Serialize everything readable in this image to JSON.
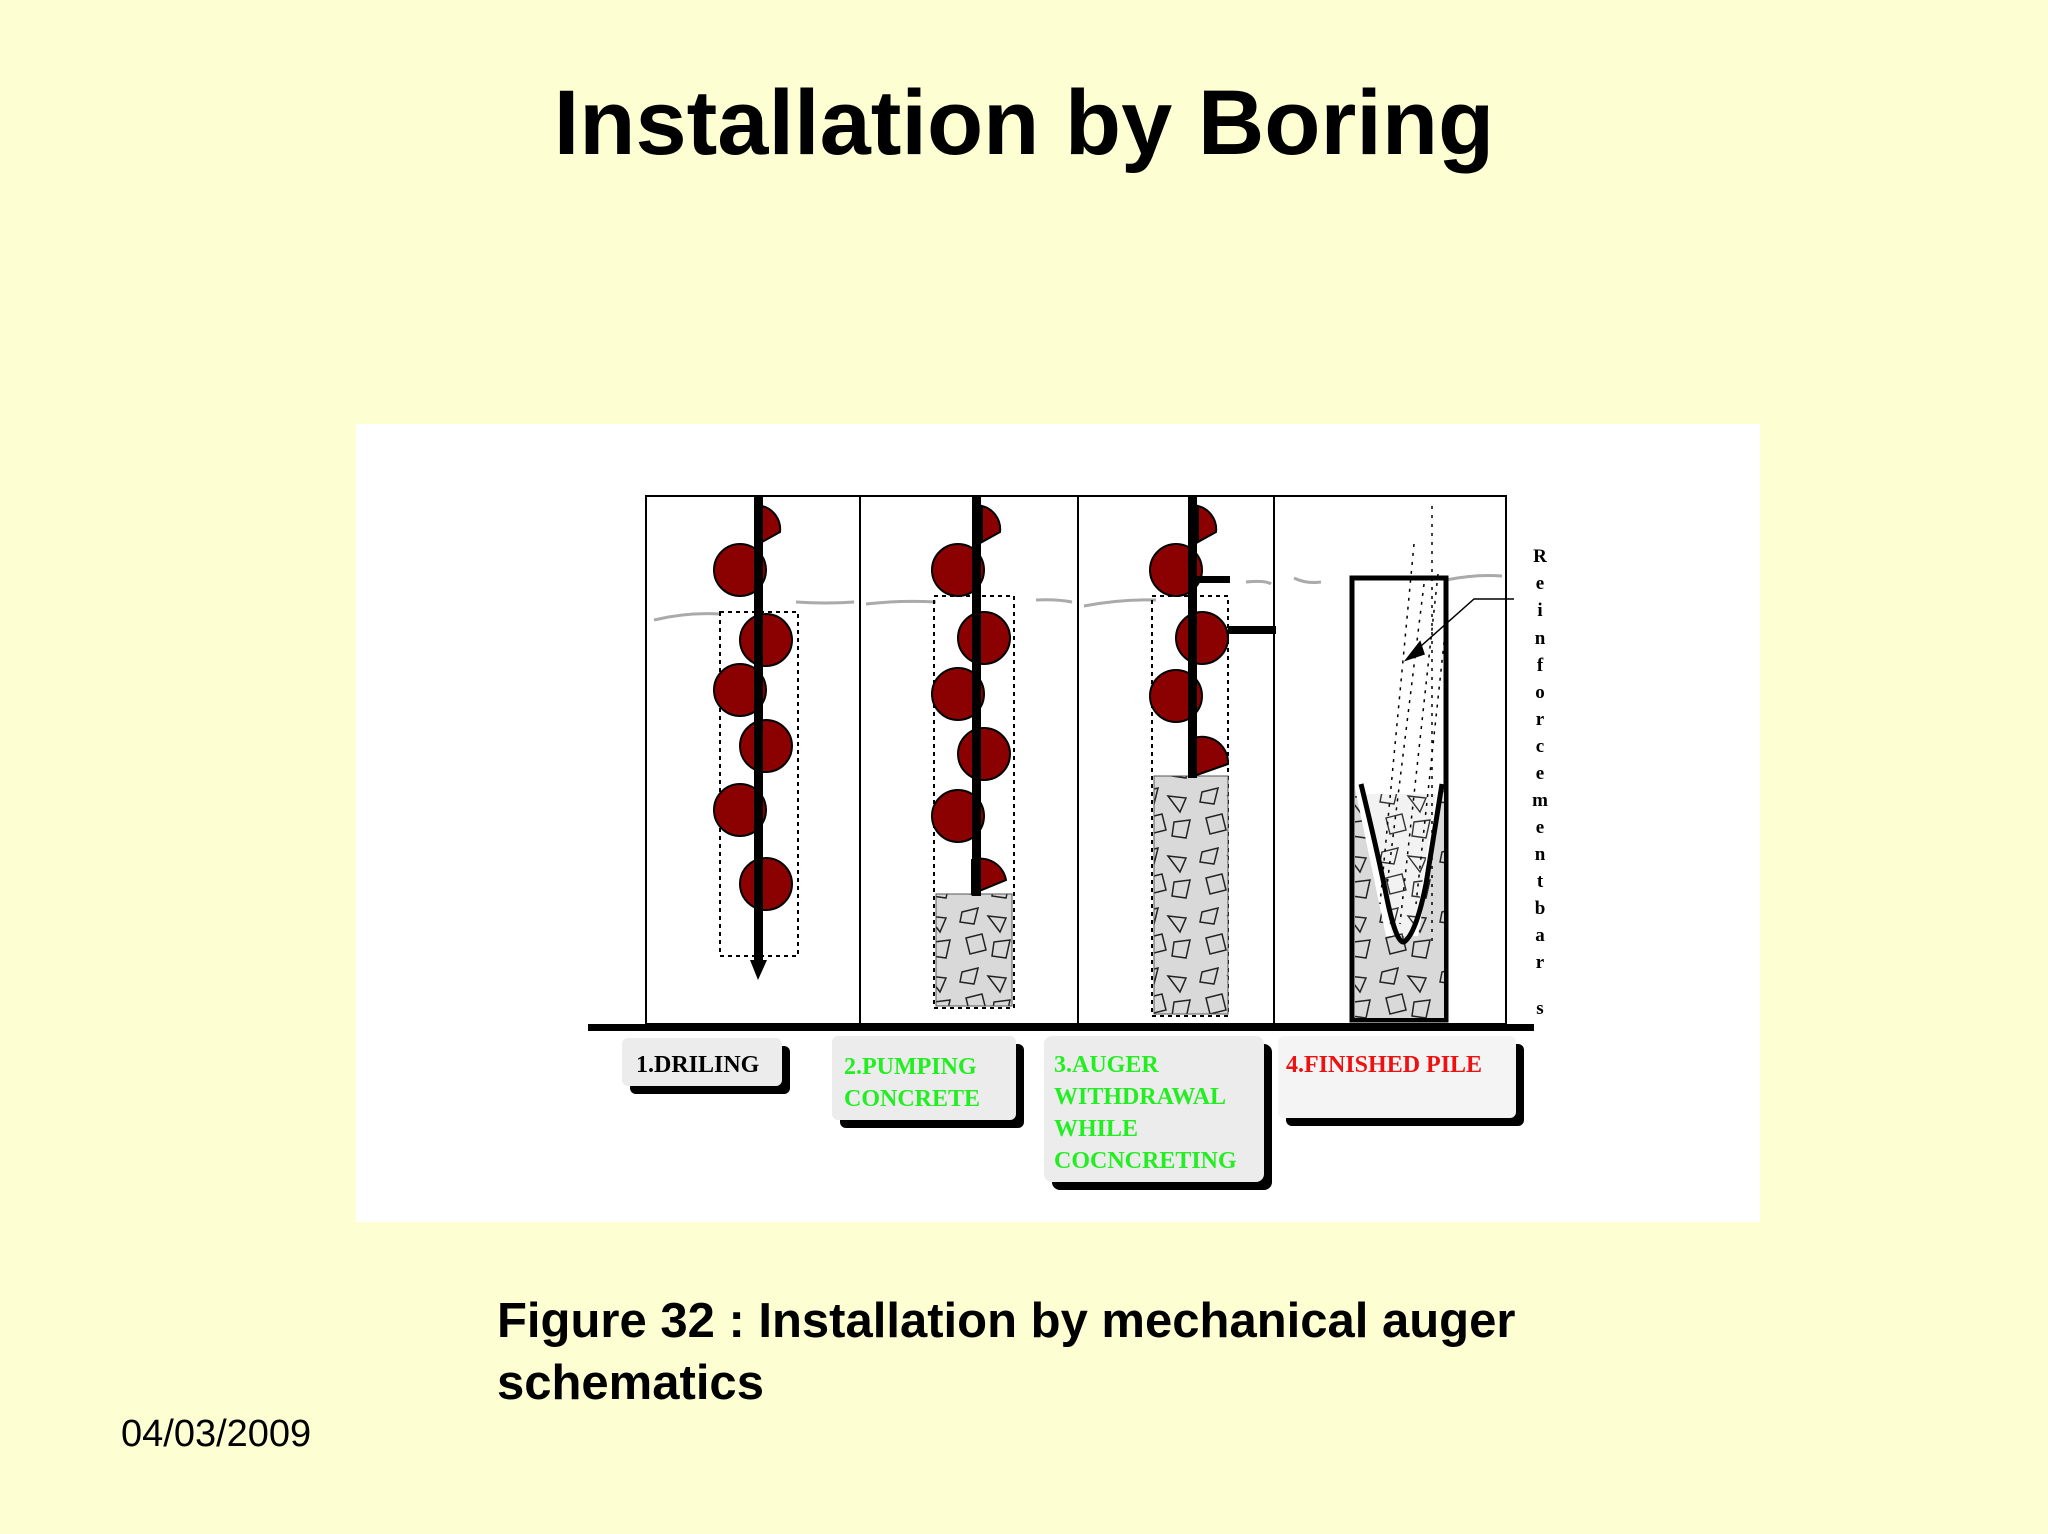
{
  "slide": {
    "title": "Installation by Boring",
    "caption_line1": "Figure 32 : Installation by mechanical auger",
    "caption_line2": "schematics",
    "date": "04/03/2009",
    "background_color": "#fefed3"
  },
  "figure": {
    "stages": [
      {
        "line1": "1.DRILING",
        "line2": "",
        "line3": "",
        "line4": "",
        "color": "#000000"
      },
      {
        "line1": "2.PUMPING",
        "line2": "CONCRETE",
        "line3": "",
        "line4": "",
        "color": "#22ee22"
      },
      {
        "line1": "3.AUGER",
        "line2": "WITHDRAWAL",
        "line3": "WHILE",
        "line4": "COCNCRETING",
        "color": "#22ee22"
      },
      {
        "line1": "4.FINISHED PILE",
        "line2": "",
        "line3": "",
        "line4": "",
        "color": "#ee1111"
      }
    ],
    "side_label_letters": [
      "R",
      "e",
      "i",
      "n",
      "f",
      "o",
      "r",
      "c",
      "e",
      "m",
      "e",
      "n",
      "t",
      "b",
      "a",
      "r",
      "s"
    ],
    "colors": {
      "auger_flight": "#8b0000",
      "concrete": "#d9d9d9",
      "outline": "#000000"
    }
  }
}
